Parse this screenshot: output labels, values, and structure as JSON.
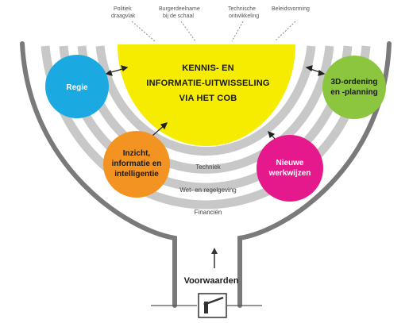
{
  "top_notes": [
    "Politiek",
    "draagvlak",
    "Burgerdeelname",
    "bij de schaal",
    "Technische",
    "ontwikkeling",
    "Beleidsvorming"
  ],
  "center": {
    "line1": "KENNIS- EN",
    "line2": "INFORMATIE-UITWISSELING",
    "line3": "VIA HET COB",
    "color": "#f5ec00"
  },
  "circles": {
    "regie": {
      "label": "Regie",
      "color": "#1aa9e0"
    },
    "ordening": {
      "line1": "3D-ordening",
      "line2": "en -planning",
      "color": "#8cc63e"
    },
    "inzicht": {
      "line1": "Inzicht,",
      "line2": "informatie en",
      "line3": "intelligentie",
      "color": "#f39322"
    },
    "nieuwe": {
      "line1": "Nieuwe",
      "line2": "werkwijzen",
      "color": "#e6198c"
    }
  },
  "rings": {
    "techniek": "Techniek",
    "wet": "Wet- en regelgeving",
    "financien": "Financiën"
  },
  "base": {
    "label": "Voorwaarden"
  },
  "colors": {
    "ring_gray": "#c8c8c8",
    "outline": "#6f6f6f"
  }
}
